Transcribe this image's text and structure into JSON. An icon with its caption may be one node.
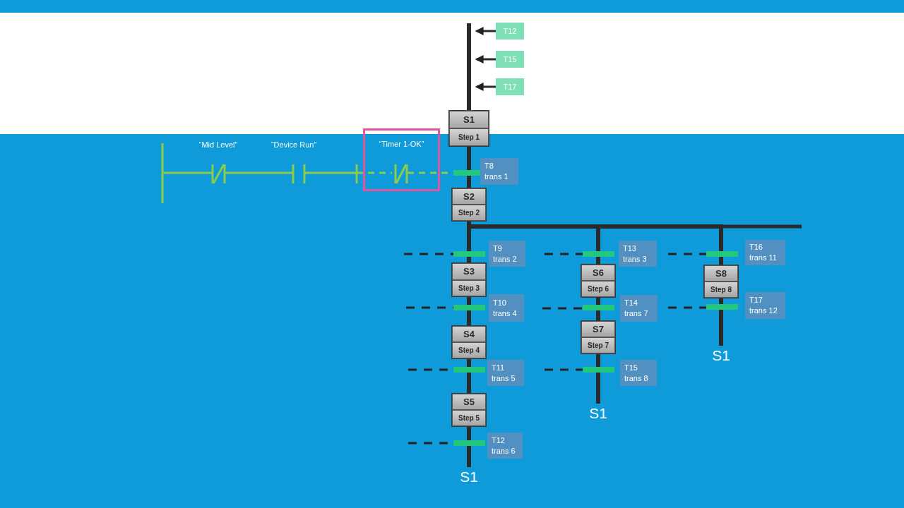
{
  "diagram": {
    "nodes": [
      {
        "text": [
          "T12"
        ]
      },
      {
        "text": [
          "T15"
        ]
      },
      {
        "text": [
          "T17"
        ]
      },
      {
        "text": [
          "S1",
          "Step 1"
        ]
      },
      {
        "text": [
          "“Timer 1-OK”"
        ]
      },
      {
        "text": [
          "T8",
          "trans 1"
        ]
      },
      {
        "text": [
          "S2",
          "Step 2"
        ]
      },
      {
        "text": [
          "T9",
          "trans 2"
        ]
      },
      {
        "text": [
          "T13",
          "trans 3"
        ]
      },
      {
        "text": [
          "T16",
          "trans 11"
        ]
      },
      {
        "text": [
          "S3",
          "Step 3"
        ]
      },
      {
        "text": [
          "S6",
          "Step 6"
        ]
      },
      {
        "text": [
          "S8",
          "Step 8"
        ]
      },
      {
        "text": [
          "T10",
          "trans 4"
        ]
      },
      {
        "text": [
          "T14",
          "trans 7"
        ]
      },
      {
        "text": [
          "T17",
          "trans 12"
        ]
      },
      {
        "text": [
          "S4",
          "Step 4"
        ]
      },
      {
        "text": [
          "S7",
          "Step 7"
        ]
      },
      {
        "text": [
          "T11",
          "trans 5"
        ]
      },
      {
        "text": [
          "T15",
          "trans 8"
        ]
      },
      {
        "text": [
          "S5",
          "Step 5"
        ]
      },
      {
        "text": [
          "T12",
          "trans 6"
        ]
      },
      {
        "text": [
          "S1"
        ]
      },
      {
        "text": [
          "S1"
        ]
      },
      {
        "text": [
          "S1"
        ]
      }
    ],
    "edges": [
      {
        "from": 0,
        "to": null,
        "arrow": "to"
      },
      {
        "from": 1,
        "to": null,
        "arrow": "to"
      },
      {
        "from": 2,
        "to": null,
        "arrow": "to"
      },
      {
        "from": 3,
        "to": 6,
        "arrow": "none"
      },
      {
        "from": 6,
        "to": 10,
        "arrow": "none"
      },
      {
        "from": 6,
        "to": 11,
        "arrow": "none"
      },
      {
        "from": 6,
        "to": 12,
        "arrow": "none"
      },
      {
        "from": 10,
        "to": 16,
        "arrow": "none"
      },
      {
        "from": 16,
        "to": 20,
        "arrow": "none"
      },
      {
        "from": 20,
        "to": 24,
        "arrow": "none"
      },
      {
        "from": 11,
        "to": 17,
        "arrow": "none"
      },
      {
        "from": 17,
        "to": 23,
        "arrow": "none"
      },
      {
        "from": 12,
        "to": 22,
        "arrow": "none"
      }
    ],
    "labels": [
      "“Mid Level”",
      "“Device Run”"
    ]
  }
}
